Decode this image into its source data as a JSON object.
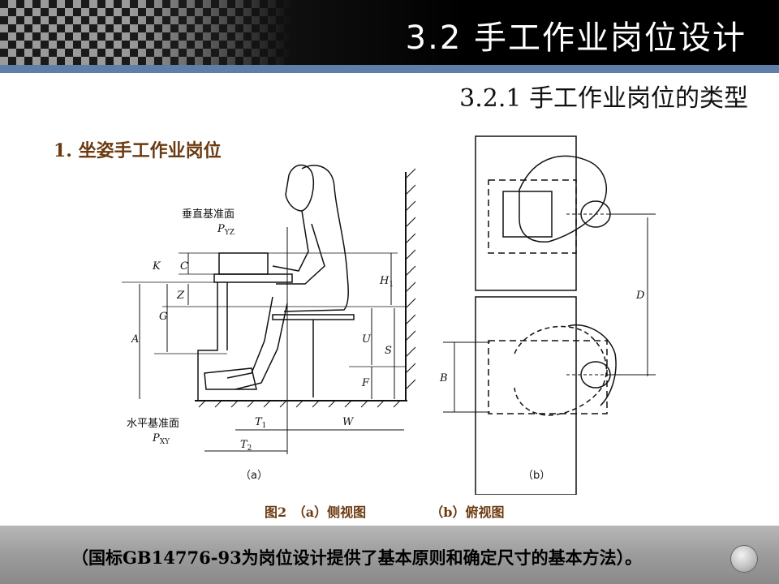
{
  "header": {
    "title": "3.2  手工作业岗位设计"
  },
  "subtitle": "3.2.1 手工作业岗位的类型",
  "section": "1. 坐姿手工作业岗位",
  "figure": {
    "vertical_plane_label": "垂直基准面",
    "vertical_plane_symbol": "P",
    "vertical_plane_sub": "YZ",
    "horizontal_plane_label": "水平基准面",
    "horizontal_plane_symbol": "P",
    "horizontal_plane_sub": "XY",
    "dims": {
      "K": "K",
      "C": "C",
      "Z": "Z",
      "G": "G",
      "A": "A",
      "H1": "H",
      "H1sub": "1",
      "U": "U",
      "S": "S",
      "F": "F",
      "T1": "T",
      "T1sub": "1",
      "T2": "T",
      "T2sub": "2",
      "W": "W",
      "D": "D",
      "B": "B"
    },
    "label_a": "（a）",
    "label_b": "（b）"
  },
  "caption": {
    "fig": "图2",
    "a": "（a）侧视图",
    "b": "（b）俯视图"
  },
  "footer": "（国标GB14776-93为岗位设计提供了基本原则和确定尺寸的基本方法）。",
  "colors": {
    "accent_stripe": "#5f7fa8",
    "section_text": "#6b3a10",
    "header_bg": "#000000"
  }
}
